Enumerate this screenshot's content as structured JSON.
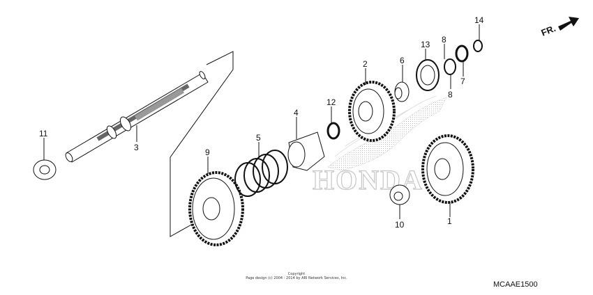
{
  "diagram": {
    "direction_marker": "FR.",
    "watermark": "HONDA",
    "callouts": [
      {
        "id": "c1",
        "label": "1"
      },
      {
        "id": "c2",
        "label": "2"
      },
      {
        "id": "c3",
        "label": "3"
      },
      {
        "id": "c4",
        "label": "4"
      },
      {
        "id": "c5",
        "label": "5"
      },
      {
        "id": "c6",
        "label": "6"
      },
      {
        "id": "c7",
        "label": "7"
      },
      {
        "id": "c8a",
        "label": "8"
      },
      {
        "id": "c8b",
        "label": "8"
      },
      {
        "id": "c9",
        "label": "9"
      },
      {
        "id": "c10",
        "label": "10"
      },
      {
        "id": "c11",
        "label": "11"
      },
      {
        "id": "c12",
        "label": "12"
      },
      {
        "id": "c13",
        "label": "13"
      },
      {
        "id": "c14",
        "label": "14"
      }
    ]
  },
  "footer": {
    "copyright_line1": "Copyright",
    "copyright_line2": "Page design (c) 2004 - 2014 by ARI Network Services, Inc.",
    "diagram_code": "MCAAE1500"
  }
}
